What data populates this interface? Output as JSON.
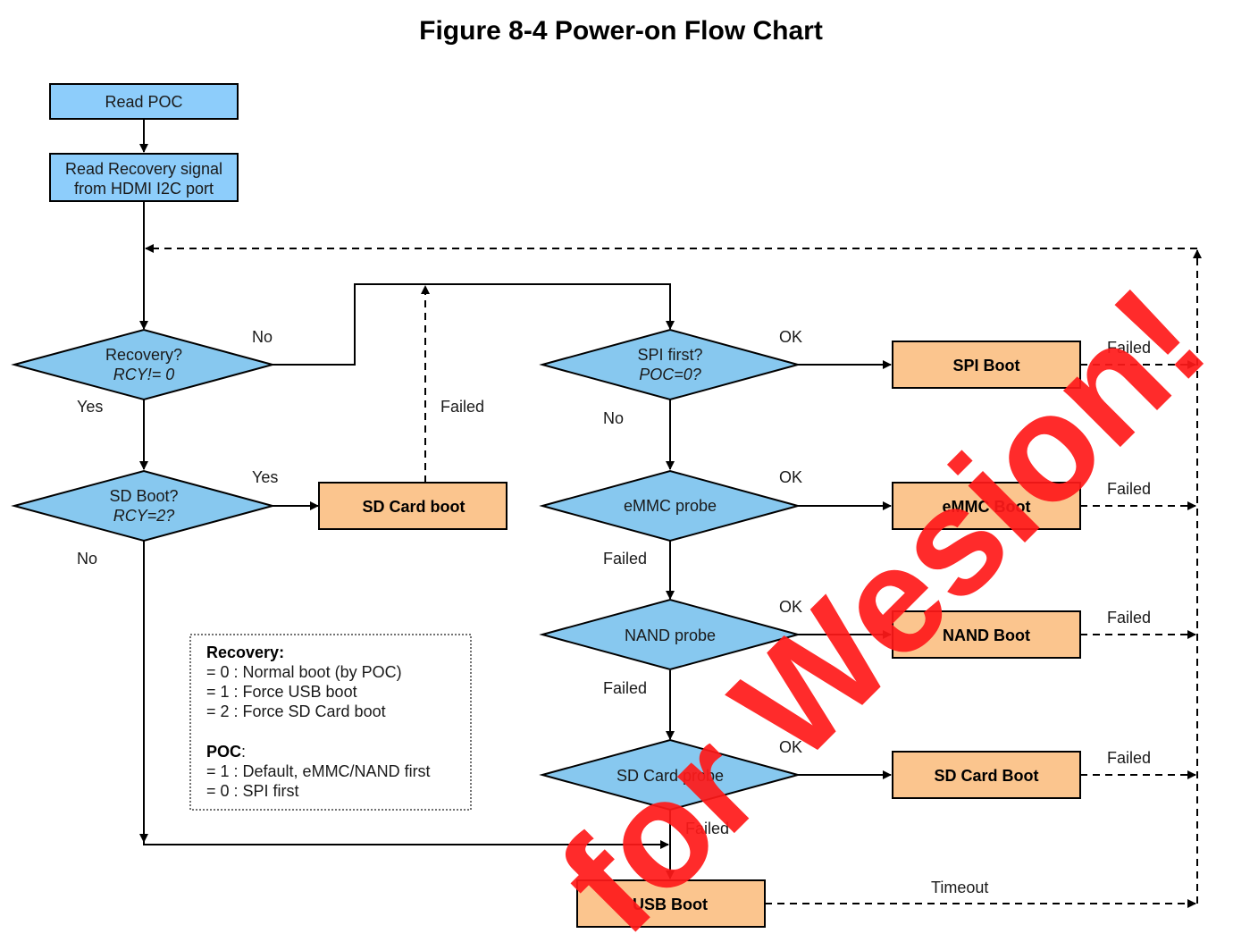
{
  "title": "Figure 8-4 Power-on Flow Chart",
  "nodes": {
    "read_poc": "Read POC",
    "read_recovery_1": "Read Recovery signal",
    "read_recovery_2": "from HDMI I2C port",
    "recovery_q_1": "Recovery?",
    "recovery_q_2": "RCY!= 0",
    "sdboot_q_1": "SD Boot?",
    "sdboot_q_2": "RCY=2?",
    "sd_card_boot": "SD Card boot",
    "spi_first_1": "SPI first?",
    "spi_first_2": "POC=0?",
    "emmc_probe": "eMMC probe",
    "nand_probe": "NAND probe",
    "sdcard_probe": "SD Card probe",
    "spi_boot": "SPI Boot",
    "emmc_boot": "eMMC Boot",
    "nand_boot": "NAND Boot",
    "sdcard_boot2": "SD Card Boot",
    "usb_boot": "USB Boot"
  },
  "labels": {
    "no_recovery": "No",
    "yes_recovery": "Yes",
    "yes_sdboot": "Yes",
    "no_sdboot": "No",
    "failed_sdcard": "Failed",
    "ok_spi": "OK",
    "no_spi": "No",
    "ok_emmc": "OK",
    "failed_emmc": "Failed",
    "ok_nand": "OK",
    "failed_nand": "Failed",
    "ok_sdprobe": "OK",
    "failed_sdprobe": "Failed",
    "failed_spiboot": "Failed",
    "failed_emmcboot": "Failed",
    "failed_nandboot": "Failed",
    "failed_sdcardboot": "Failed",
    "timeout": "Timeout"
  },
  "legend": {
    "recovery_head": "Recovery",
    "recovery_colon": ":",
    "recovery_lines": [
      "= 0 : Normal boot (by POC)",
      "= 1 : Force USB boot",
      "= 2 : Force SD Card boot"
    ],
    "poc_head": "POC",
    "poc_colon": ":",
    "poc_lines": [
      "= 1 : Default, eMMC/NAND first",
      "= 0 : SPI first"
    ]
  },
  "watermark": "for Wesion!",
  "colors": {
    "decision_fill": "#87c8ef",
    "process_fill": "#8dcdfb",
    "boot_fill": "#fbc58e",
    "watermark": "#ff1a1a"
  }
}
